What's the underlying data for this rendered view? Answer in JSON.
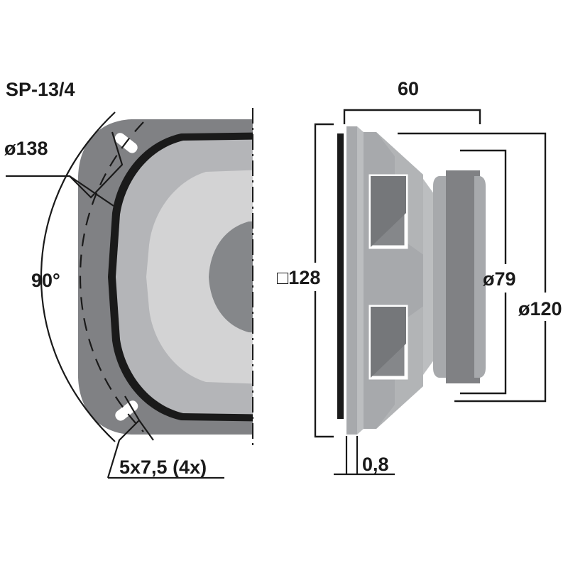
{
  "drawing": {
    "title": "SP-13/4",
    "background_color": "#ffffff",
    "line_color": "#1a1a1a"
  },
  "front_view": {
    "name": "front-view",
    "dimensions": {
      "outer_diameter": "ø138",
      "corner_angle": "90°",
      "mounting_slot": "5x7,5 (4x)"
    },
    "colors": {
      "frame": "#808184",
      "ring": "#1a1a1a",
      "surround": "#b4b5b8",
      "cone": "#d3d3d4",
      "dustcap": "#85878a",
      "slot": "#ffffff"
    }
  },
  "side_view": {
    "name": "side-view",
    "dimensions": {
      "depth": "60",
      "frame_square": "□128",
      "magnet_diameter": "ø79",
      "basket_diameter": "ø120",
      "flange_thickness": "0,8"
    },
    "colors": {
      "gasket": "#1a1a1a",
      "flange": "#a7a9ac",
      "basket_light": "#bcbec0",
      "basket_mid": "#a7a9ac",
      "cutout": "#85878a",
      "magnet": "#808184",
      "magnet_edge": "#a7a9ac"
    }
  }
}
